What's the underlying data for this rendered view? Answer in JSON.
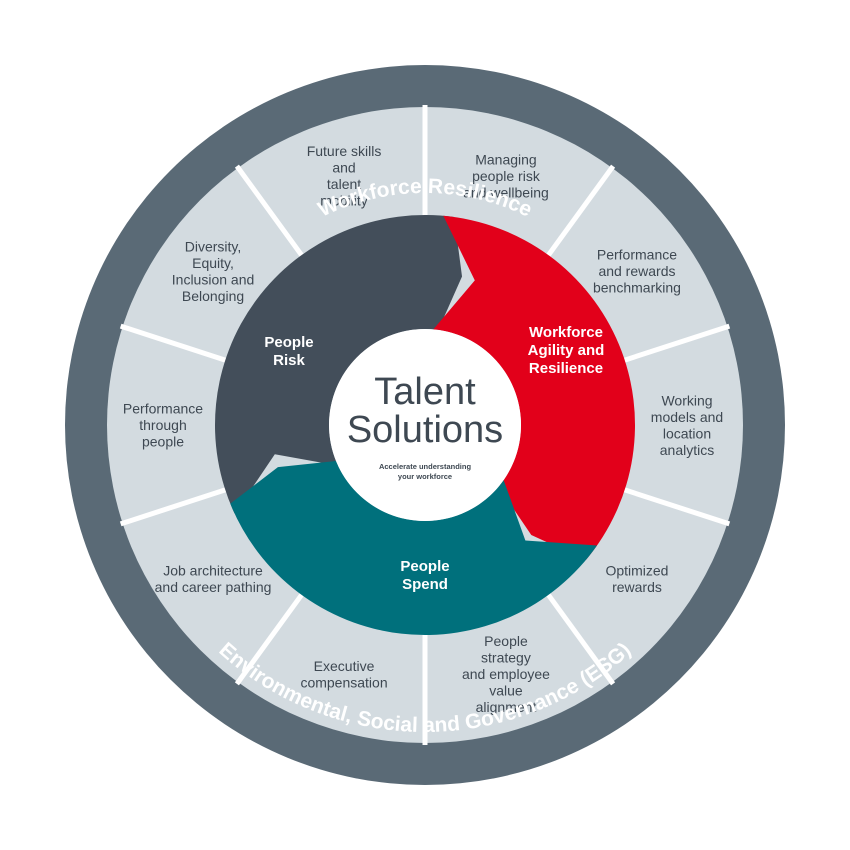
{
  "outer_ring": {
    "top_label": "Workforce Resilience",
    "bottom_label": "Environmental, Social and Governance (ESG)"
  },
  "segments": [
    {
      "label": "Managing people risk and wellbeing",
      "lines": [
        "Managing",
        "people risk",
        "and wellbeing"
      ]
    },
    {
      "label": "Performance and rewards benchmarking",
      "lines": [
        "Performance",
        "and rewards",
        "benchmarking"
      ]
    },
    {
      "label": "Working models and location analytics",
      "lines": [
        "Working",
        "models and",
        "location",
        "analytics"
      ]
    },
    {
      "label": "Optimized rewards",
      "lines": [
        "Optimized",
        "rewards"
      ]
    },
    {
      "label": "People strategy and employee value alignment",
      "lines": [
        "People",
        "strategy",
        "and employee",
        "value",
        "alignment"
      ]
    },
    {
      "label": "Executive compensation",
      "lines": [
        "Executive",
        "compensation"
      ]
    },
    {
      "label": "Job architecture and career pathing",
      "lines": [
        "Job architecture",
        "and career pathing"
      ]
    },
    {
      "label": "Performance through people",
      "lines": [
        "Performance",
        "through",
        "people"
      ]
    },
    {
      "label": "Diversity, Equity, Inclusion and Belonging",
      "lines": [
        "Diversity,",
        "Equity,",
        "Inclusion and",
        "Belonging"
      ]
    },
    {
      "label": "Future skills and talent mobility",
      "lines": [
        "Future skills",
        "and",
        "talent",
        "mobility"
      ]
    }
  ],
  "core": [
    {
      "name": "people-risk",
      "color": "#434e5a",
      "lines": [
        "People",
        "Risk"
      ]
    },
    {
      "name": "workforce-agility",
      "color": "#e2001a",
      "lines": [
        "Workforce",
        "Agility and",
        "Resilience"
      ]
    },
    {
      "name": "people-spend",
      "color": "#00707c",
      "lines": [
        "People",
        "Spend"
      ]
    }
  ],
  "hub": {
    "title_lines": [
      "Talent",
      "Solutions"
    ],
    "subtitle_lines": [
      "Accelerate understanding",
      "your workforce"
    ]
  },
  "colors": {
    "outer_ring": "#5a6a76",
    "segment_fill": "#d3dbe0",
    "divider": "#ffffff",
    "text_dark": "#3e4852"
  }
}
